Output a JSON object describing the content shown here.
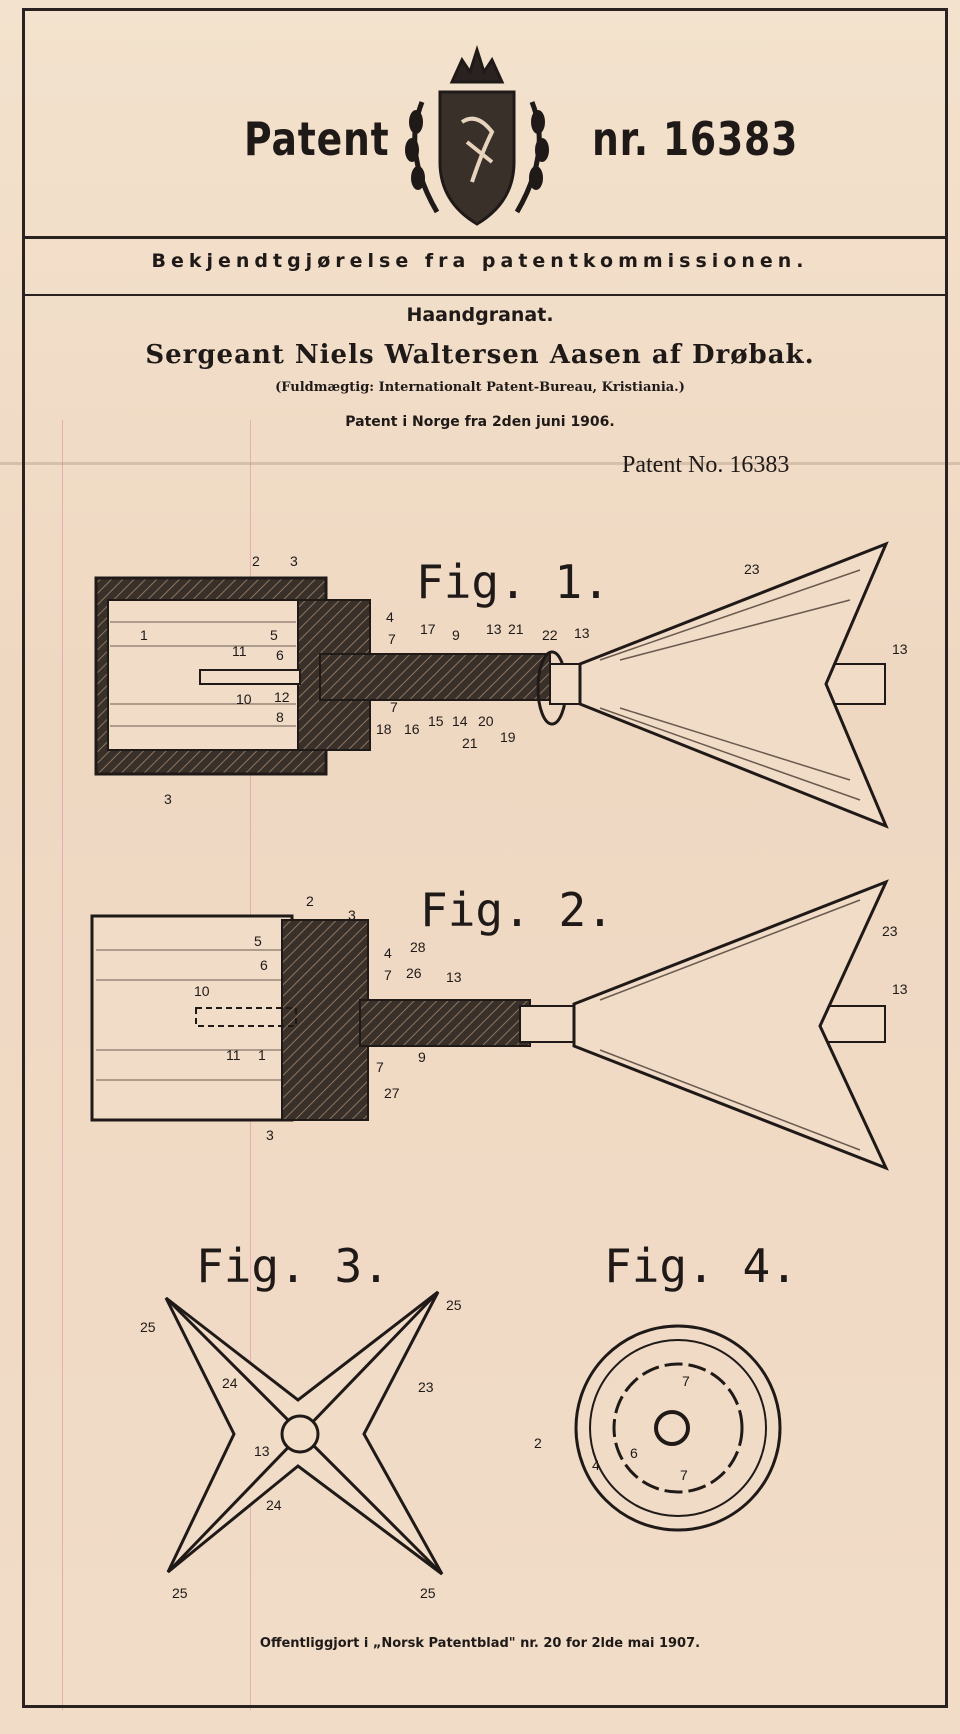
{
  "header": {
    "word_left": "Patent",
    "word_right": "nr. 16383",
    "crest_icon": "norwegian-coat-of-arms-icon"
  },
  "announcement": "Bekjendtgjørelse fra patentkommissionen.",
  "document": {
    "title": "Haandgranat.",
    "inventor": "Sergeant Niels Waltersen Aasen af Drøbak.",
    "agent": "(Fuldmægtig: Internationalt Patent-Bureau, Kristiania.)",
    "patent_date": "Patent i Norge fra 2den juni 1906.",
    "patent_no": "Patent No. 16383"
  },
  "figures": {
    "fig1": {
      "label": "Fig. 1.",
      "callouts": [
        "2",
        "3",
        "1",
        "11",
        "10",
        "5",
        "6",
        "12",
        "8",
        "3",
        "4",
        "7",
        "17",
        "9",
        "13",
        "21",
        "22",
        "13",
        "23",
        "13",
        "18",
        "16",
        "15",
        "14",
        "20",
        "19",
        "21",
        "7"
      ]
    },
    "fig2": {
      "label": "Fig. 2.",
      "callouts": [
        "2",
        "3",
        "5",
        "6",
        "4",
        "28",
        "7",
        "26",
        "13",
        "10",
        "11",
        "1",
        "9",
        "7",
        "27",
        "3",
        "23",
        "13"
      ]
    },
    "fig3": {
      "label": "Fig. 3.",
      "callouts": [
        "25",
        "25",
        "24",
        "23",
        "13",
        "24",
        "25",
        "25"
      ]
    },
    "fig4": {
      "label": "Fig. 4.",
      "callouts": [
        "7",
        "2",
        "4",
        "6",
        "7"
      ]
    }
  },
  "footer": "Offentliggjort i „Norsk Patentblad\" nr. 20 for 2lde mai 1907.",
  "colors": {
    "paper": "#efdcc6",
    "ink": "#1f1a18"
  }
}
